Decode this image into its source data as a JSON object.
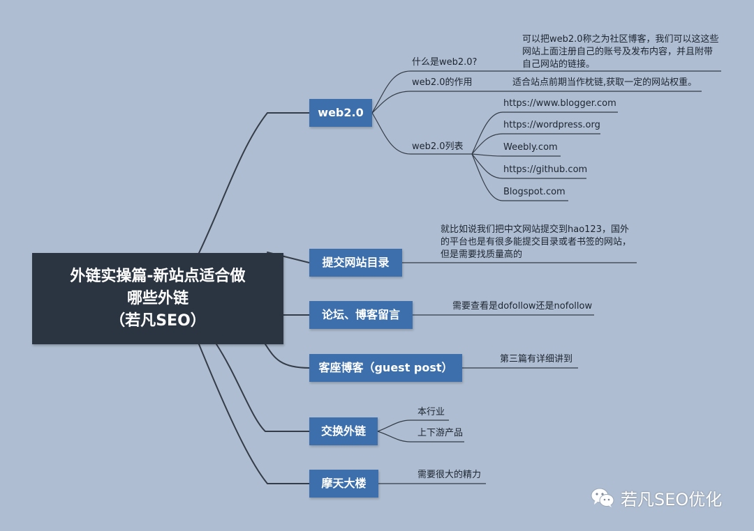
{
  "root": {
    "lines": [
      "外链实操篇-新站点适合做",
      "哪些外链",
      "（若凡SEO）"
    ]
  },
  "topics": [
    {
      "label": "web2.0",
      "children": [
        {
          "label": "什么是web2.0?",
          "note": [
            "可以把web2.0称之为社区博客，我们可以这这些",
            "网站上面注册自己的账号及发布内容，并且附带",
            "自己网站的链接。"
          ]
        },
        {
          "label": "web2.0的作用",
          "note": [
            "适合站点前期当作枕链,获取一定的网站权重。"
          ]
        },
        {
          "label": "web2.0列表",
          "items": [
            "https://www.blogger.com",
            "https://wordpress.org",
            "Weebly.com",
            "https://github.com",
            "Blogspot.com"
          ]
        }
      ]
    },
    {
      "label": "提交网站目录",
      "note": [
        "就比如说我们把中文网站提交到hao123，国外",
        "的平台也是有很多能提交目录或者书签的网站，",
        "但是需要找质量高的"
      ]
    },
    {
      "label": "论坛、博客留言",
      "note": [
        "需要查看是dofollow还是nofollow"
      ]
    },
    {
      "label": "客座博客（guest post）",
      "note": [
        "第三篇有详细讲到"
      ]
    },
    {
      "label": "交换外链",
      "children": [
        {
          "label": "本行业"
        },
        {
          "label": "上下游产品"
        }
      ]
    },
    {
      "label": "摩天大楼",
      "note": [
        "需要很大的精力"
      ]
    }
  ],
  "watermark": {
    "text": "若凡SEO优化",
    "icon": "wechat-icon"
  },
  "colors": {
    "background": "#aebdd1",
    "root": "#2b3542",
    "topic": "#3d6fac",
    "line": "#333c47"
  }
}
